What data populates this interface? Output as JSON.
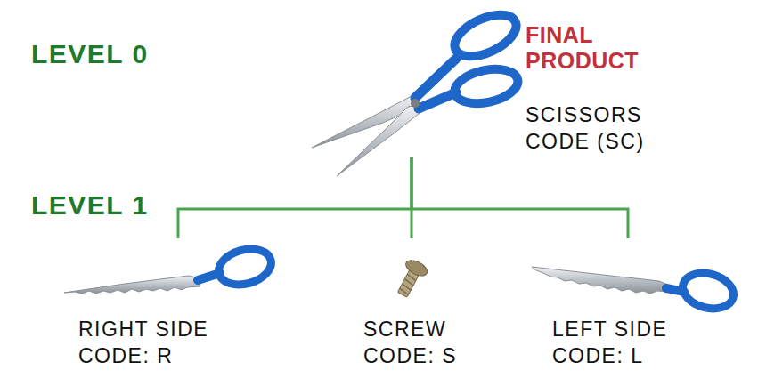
{
  "diagram": {
    "nodes": [
      {
        "text": [
          "FINAL PRODUCT",
          "SCISSORS CODE (SC)"
        ]
      },
      {
        "text": [
          "RIGHT SIDE CODE: R"
        ]
      },
      {
        "text": [
          "SCREW CODE: S"
        ]
      },
      {
        "text": [
          "LEFT SIDE CODE: L"
        ]
      }
    ],
    "edges": [
      {
        "from": 0,
        "to": 1,
        "arrow": "none"
      },
      {
        "from": 0,
        "to": 2,
        "arrow": "none"
      },
      {
        "from": 0,
        "to": 3,
        "arrow": "none"
      }
    ],
    "labels": [
      "LEVEL 0",
      "LEVEL 1"
    ]
  }
}
